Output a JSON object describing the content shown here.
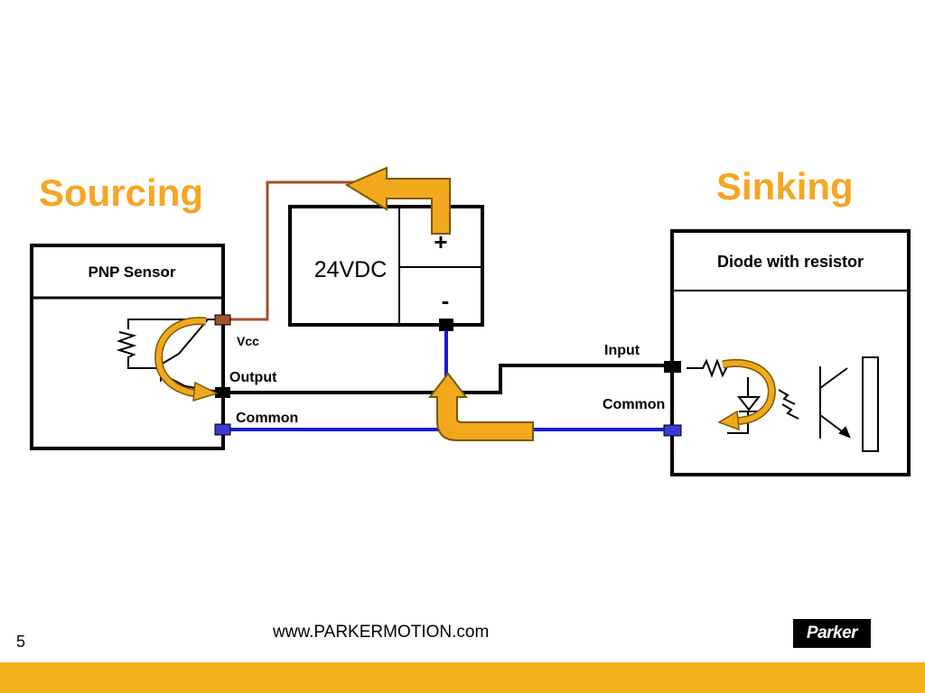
{
  "headings": {
    "left": "Sourcing",
    "right": "Sinking"
  },
  "power_supply": {
    "label": "24VDC",
    "plus": "+",
    "minus": "-"
  },
  "pnp_sensor": {
    "title": "PNP Sensor",
    "terminals": {
      "vcc": "Vcc",
      "output": "Output",
      "common": "Common"
    }
  },
  "sinking_input": {
    "title": "Diode with resistor",
    "terminals": {
      "input": "Input",
      "common": "Common"
    }
  },
  "footer": {
    "page_number": "5",
    "url": "www.PARKERMOTION.com",
    "logo": "Parker"
  },
  "colors": {
    "accent_orange": "#f5a623",
    "arrow_fill": "#f2a81d",
    "vcc_wire": "#a0522d",
    "common_wire": "#1a1ad6",
    "signal_wire": "#000000",
    "footer_bar": "#f5b21e"
  }
}
